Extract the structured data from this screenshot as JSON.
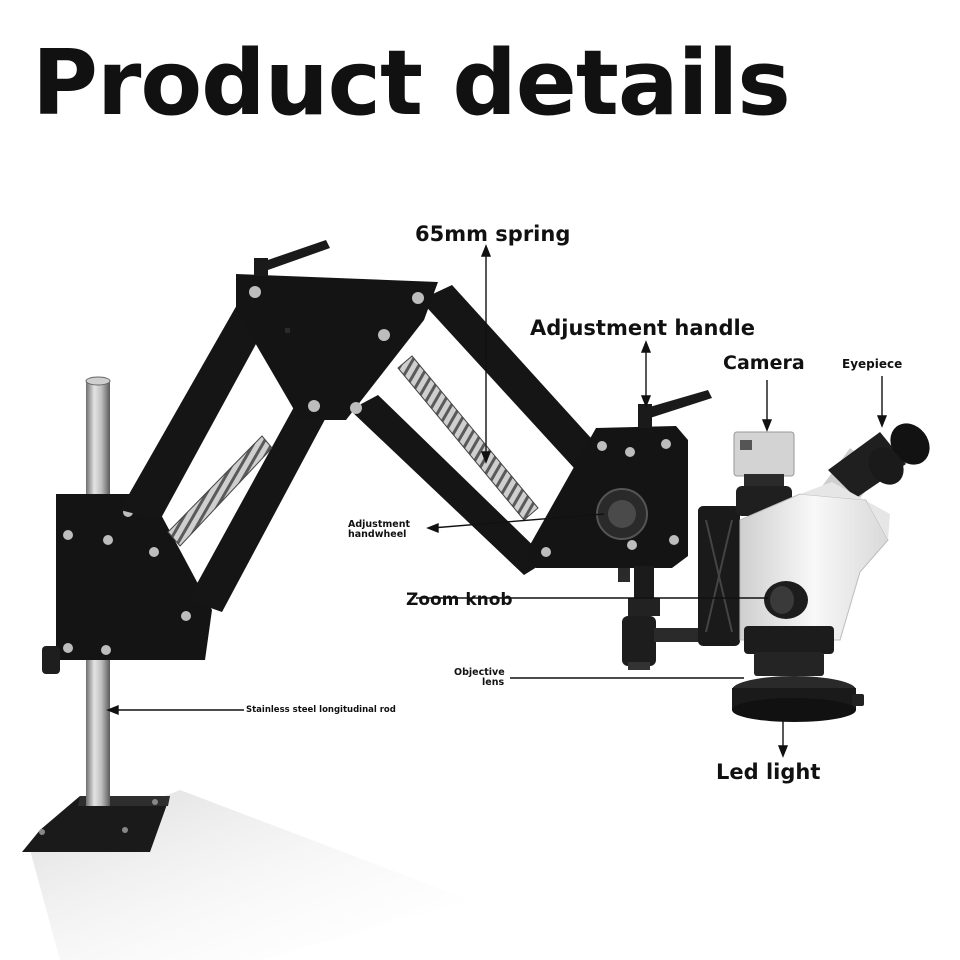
{
  "title": "Product details",
  "labels": {
    "spring": "65mm spring",
    "handle": "Adjustment handle",
    "camera": "Camera",
    "eyepiece": "Eyepiece",
    "handwheel_line1": "Adjustment",
    "handwheel_line2": "handwheel",
    "zoom": "Zoom knob",
    "objective_line1": "Objective",
    "objective_line2": "lens",
    "rod": "Stainless steel longitudinal rod",
    "led": "Led light"
  },
  "colors": {
    "frame": "#141414",
    "body": "#ededed",
    "rod": "#b5b5b5",
    "text": "#111111"
  }
}
